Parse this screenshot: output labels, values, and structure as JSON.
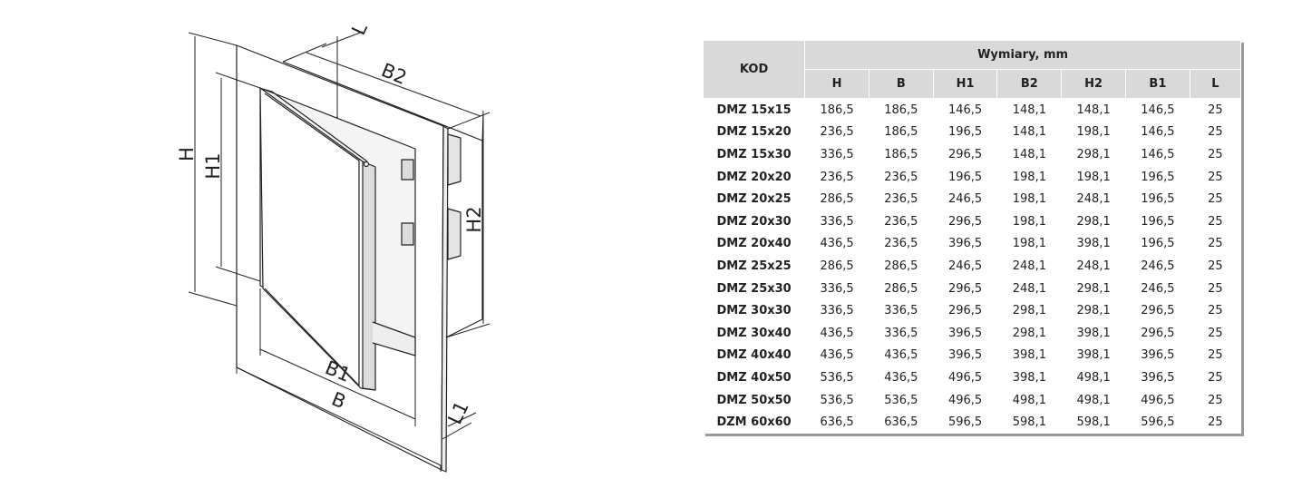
{
  "drawing": {
    "labels": {
      "h": "H",
      "h1": "H1",
      "h2": "H2",
      "b": "B",
      "b1": "B1",
      "b2": "B2",
      "l": "L",
      "l1": "L1"
    }
  },
  "table": {
    "code_header": "KOD",
    "group_header": "Wymiary, mm",
    "columns": [
      "H",
      "B",
      "H1",
      "B2",
      "H2",
      "B1",
      "L"
    ],
    "rows": [
      {
        "code": "DMZ 15x15",
        "values": [
          "186,5",
          "186,5",
          "146,5",
          "148,1",
          "148,1",
          "146,5",
          "25"
        ]
      },
      {
        "code": "DMZ 15x20",
        "values": [
          "236,5",
          "186,5",
          "196,5",
          "148,1",
          "198,1",
          "146,5",
          "25"
        ]
      },
      {
        "code": "DMZ 15x30",
        "values": [
          "336,5",
          "186,5",
          "296,5",
          "148,1",
          "298,1",
          "146,5",
          "25"
        ]
      },
      {
        "code": "DMZ 20x20",
        "values": [
          "236,5",
          "236,5",
          "196,5",
          "198,1",
          "198,1",
          "196,5",
          "25"
        ]
      },
      {
        "code": "DMZ 20x25",
        "values": [
          "286,5",
          "236,5",
          "246,5",
          "198,1",
          "248,1",
          "196,5",
          "25"
        ]
      },
      {
        "code": "DMZ 20x30",
        "values": [
          "336,5",
          "236,5",
          "296,5",
          "198,1",
          "298,1",
          "196,5",
          "25"
        ]
      },
      {
        "code": "DMZ 20x40",
        "values": [
          "436,5",
          "236,5",
          "396,5",
          "198,1",
          "398,1",
          "196,5",
          "25"
        ]
      },
      {
        "code": "DMZ 25x25",
        "values": [
          "286,5",
          "286,5",
          "246,5",
          "248,1",
          "248,1",
          "246,5",
          "25"
        ]
      },
      {
        "code": "DMZ 25x30",
        "values": [
          "336,5",
          "286,5",
          "296,5",
          "248,1",
          "298,1",
          "246,5",
          "25"
        ]
      },
      {
        "code": "DMZ 30x30",
        "values": [
          "336,5",
          "336,5",
          "296,5",
          "298,1",
          "298,1",
          "296,5",
          "25"
        ]
      },
      {
        "code": "DMZ 30x40",
        "values": [
          "436,5",
          "336,5",
          "396,5",
          "298,1",
          "398,1",
          "296,5",
          "25"
        ]
      },
      {
        "code": "DMZ 40x40",
        "values": [
          "436,5",
          "436,5",
          "396,5",
          "398,1",
          "398,1",
          "396,5",
          "25"
        ]
      },
      {
        "code": "DMZ 40x50",
        "values": [
          "536,5",
          "436,5",
          "496,5",
          "398,1",
          "498,1",
          "396,5",
          "25"
        ]
      },
      {
        "code": "DMZ 50x50",
        "values": [
          "536,5",
          "536,5",
          "496,5",
          "498,1",
          "498,1",
          "496,5",
          "25"
        ]
      },
      {
        "code": "DZM 60x60",
        "values": [
          "636,5",
          "636,5",
          "596,5",
          "598,1",
          "598,1",
          "596,5",
          "25"
        ]
      }
    ]
  }
}
